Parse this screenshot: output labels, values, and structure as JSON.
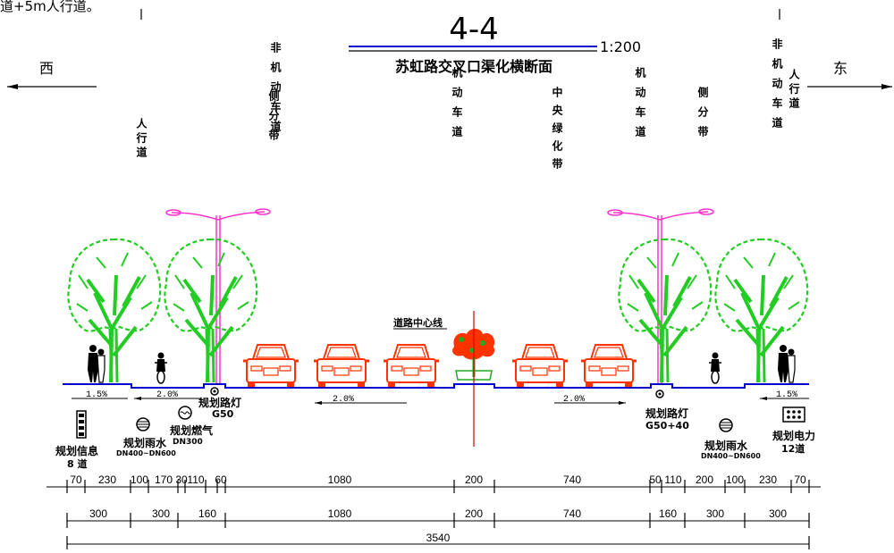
{
  "header": {
    "top_note": "道+5m人行道。",
    "section_id": "4-4",
    "scale": "1:200",
    "title": "苏虹路交叉口渠化横断面"
  },
  "directions": {
    "west": "西",
    "east": "东"
  },
  "lanes": {
    "sidewalk_w": "人行道",
    "nonmotor_w": "非机动车道",
    "divider_w": "侧分带",
    "motor_w": "机动车道",
    "median": "中央绿化带",
    "motor_e": "机动车道",
    "divider_e": "侧分带",
    "nonmotor_e": "非机动车道",
    "sidewalk_e": "人行道"
  },
  "centerline_label": "道路中心线",
  "slopes": [
    "1.5%",
    "2.0%",
    "2.0%",
    "2.0%",
    "1.5%"
  ],
  "utilities": {
    "info": "规划信息",
    "info_sub": "8 道",
    "rain_w": "规划雨水",
    "rain_w_sub": "DN400~DN600",
    "gas": "规划燃气",
    "gas_sub": "DN300",
    "lamp_w": "规划路灯",
    "lamp_w_sub": "G50",
    "lamp_e": "规划路灯",
    "lamp_e_sub": "G50+40",
    "rain_e": "规划雨水",
    "rain_e_sub": "DN400~DN600",
    "power": "规划电力",
    "power_sub": "12道"
  },
  "dims_row1": [
    "70",
    "230",
    "100",
    "170",
    "30",
    "110",
    "60",
    "1080",
    "200",
    "740",
    "50",
    "110",
    "200",
    "100",
    "230",
    "70"
  ],
  "dims_row2": [
    "300",
    "300",
    "160",
    "1080",
    "200",
    "740",
    "160",
    "300",
    "300"
  ],
  "dims_total": "3540",
  "colors": {
    "tree": "#22cc22",
    "car": "#ff3300",
    "lamp": "#ff33cc",
    "road": "#0000cc",
    "centerline": "#dd0000"
  }
}
